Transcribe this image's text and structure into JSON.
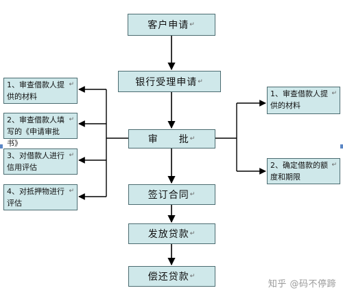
{
  "main_steps": [
    {
      "label": "客户申请"
    },
    {
      "label": "银行受理申请"
    },
    {
      "label": "审　　批"
    },
    {
      "label": "签订合同"
    },
    {
      "label": "发放贷款"
    },
    {
      "label": "偿还贷款"
    }
  ],
  "left_items": [
    {
      "label": "1、审查借款人提供的材料"
    },
    {
      "label": "2、审查借款人填写的《申请审批书》"
    },
    {
      "label": "3、对借款人进行信用评估"
    },
    {
      "label": "4、对抵押物进行评估"
    }
  ],
  "right_items": [
    {
      "label": "1、审查借款人提供的材料"
    },
    {
      "label": "2、确定借款的额度和期限"
    }
  ],
  "paragraph_mark": "↵",
  "watermark": "知乎 @码不停蹄",
  "colors": {
    "box_fill": "#cfe8ea",
    "box_border": "#4a6b70",
    "arrow": "#000000"
  }
}
